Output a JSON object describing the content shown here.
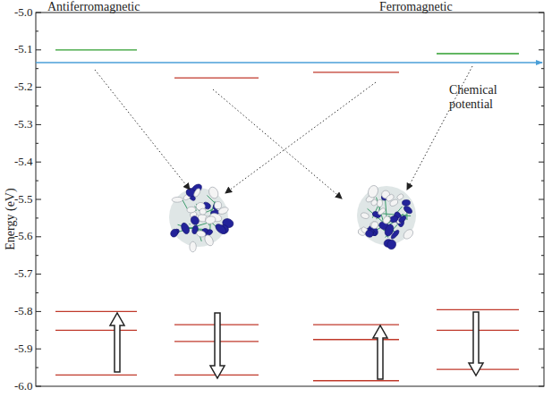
{
  "diagram": {
    "labels": [
      "Antiferromagnetic",
      "Ferromagnetic",
      "-5.0",
      "-5.1",
      "-5.2",
      "-5.3",
      "-5.4",
      "-5.5",
      "-5.6",
      "-5.7",
      "-5.8",
      "-5.9",
      "-6.0",
      "Chemical potential",
      "Energy (eV)"
    ]
  }
}
